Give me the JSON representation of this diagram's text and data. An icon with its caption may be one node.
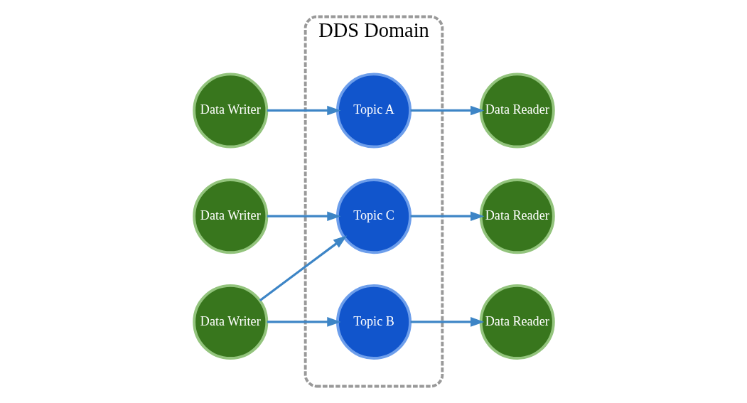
{
  "diagram": {
    "nodes": [
      {
        "text": [
          "DDS Domain"
        ]
      },
      {
        "text": [
          "Data Writer"
        ]
      },
      {
        "text": [
          "Data Reader"
        ]
      },
      {
        "text": [
          "Data Writer"
        ]
      },
      {
        "text": [
          "Topic C"
        ],
        "in": 0
      },
      {
        "text": [
          "Topic A"
        ],
        "in": 0
      },
      {
        "text": [
          "Data Writer"
        ]
      },
      {
        "text": [
          "Topic B"
        ],
        "in": 0
      },
      {
        "text": [
          "Data Reader"
        ]
      },
      {
        "text": [
          "Data Reader"
        ]
      }
    ],
    "edges": [
      {
        "from": 1,
        "to": 4,
        "arrow": "to"
      },
      {
        "from": 3,
        "to": 5,
        "arrow": "to"
      },
      {
        "from": 4,
        "to": 2,
        "arrow": "to"
      },
      {
        "from": 6,
        "to": 4,
        "arrow": "to"
      },
      {
        "from": 6,
        "to": 7,
        "arrow": "to"
      },
      {
        "from": 5,
        "to": 9,
        "arrow": "to"
      },
      {
        "from": 7,
        "to": 8,
        "arrow": "to"
      }
    ]
  }
}
